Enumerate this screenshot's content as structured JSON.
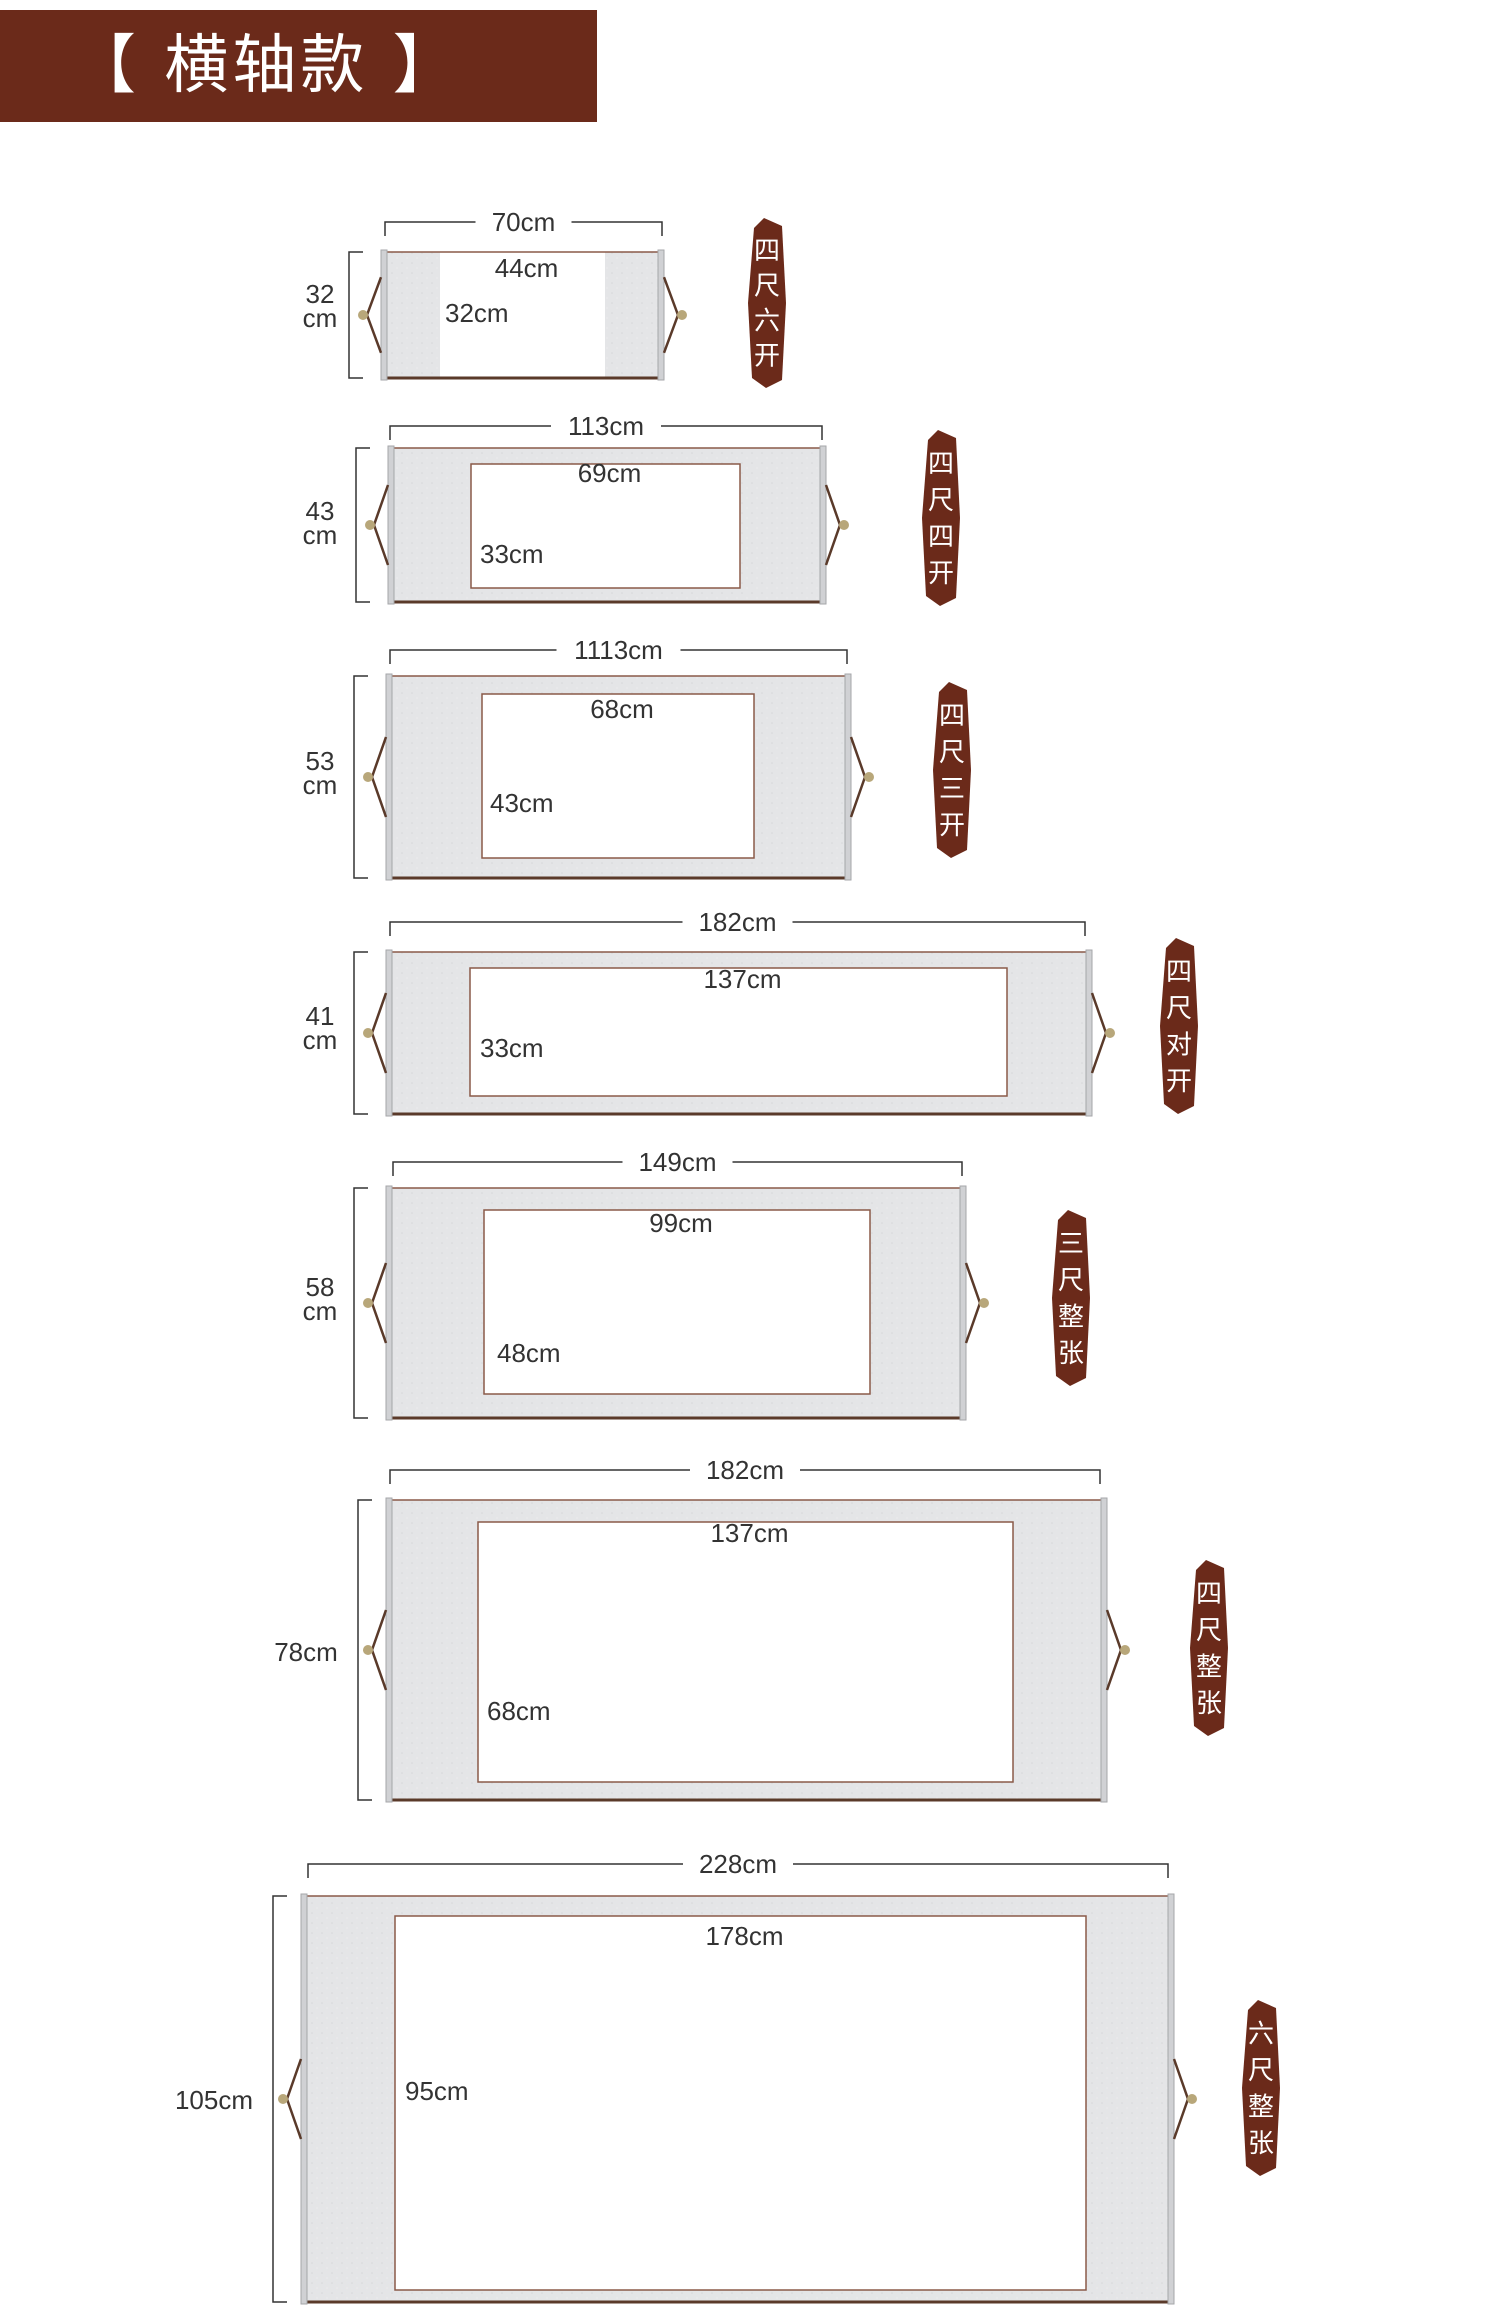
{
  "header": {
    "title": "【 横轴款 】"
  },
  "scrolls": [
    {
      "width_label": "70cm",
      "height_label": [
        "32",
        "cm"
      ],
      "inner_width_label": "44cm",
      "inner_height_label": "32cm",
      "tag": "四尺六开"
    },
    {
      "width_label": "113cm",
      "height_label": [
        "43",
        "cm"
      ],
      "inner_width_label": "69cm",
      "inner_height_label": "33cm",
      "tag": "四尺四开"
    },
    {
      "width_label": "1113cm",
      "height_label": [
        "53",
        "cm"
      ],
      "inner_width_label": "68cm",
      "inner_height_label": "43cm",
      "tag": "四尺三开"
    },
    {
      "width_label": "182cm",
      "height_label": [
        "41",
        "cm"
      ],
      "inner_width_label": "137cm",
      "inner_height_label": "33cm",
      "tag": "四尺对开"
    },
    {
      "width_label": "149cm",
      "height_label": [
        "58",
        "cm"
      ],
      "inner_width_label": "99cm",
      "inner_height_label": "48cm",
      "tag": "三尺整张"
    },
    {
      "width_label": "182cm",
      "height_label": [
        "78cm"
      ],
      "inner_width_label": "137cm",
      "inner_height_label": "68cm",
      "tag": "四尺整张"
    },
    {
      "width_label": "228cm",
      "height_label": [
        "105cm"
      ],
      "inner_width_label": "178cm",
      "inner_height_label": "95cm",
      "tag": "六尺整张"
    }
  ],
  "colors": {
    "header_bg": "#6b2a1a",
    "tag_bg": "#6b2a1a",
    "mount": "#e3e4e6",
    "mount_edge": "#c9cacc",
    "frame_line": "#8a5a48",
    "rod": "#5a3a2a",
    "knob": "#b8a77a"
  }
}
